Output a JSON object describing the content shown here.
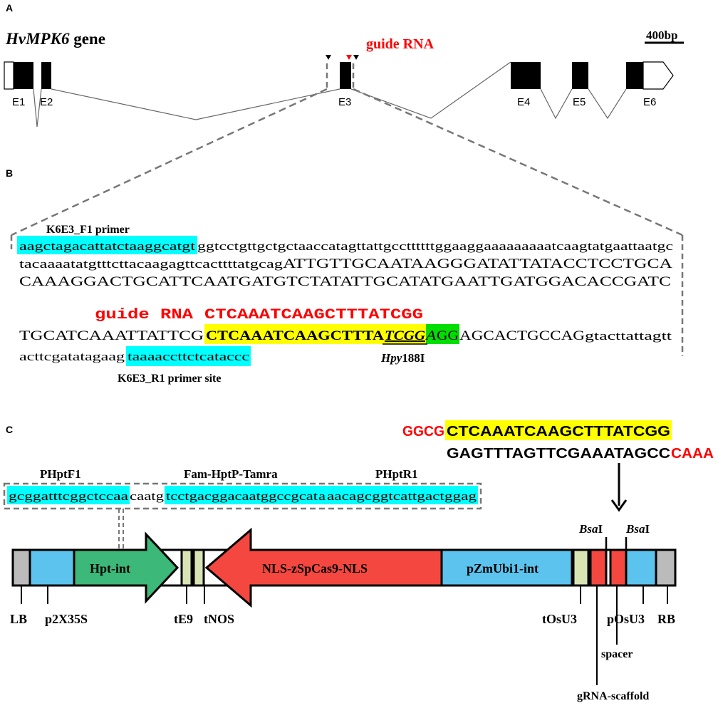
{
  "colors": {
    "red": "#ff0000",
    "yellow": "#ffff00",
    "cyan": "#00ffff",
    "green": "#00dd00",
    "cas9": "#f4473f",
    "light_blue": "#5bc3ee",
    "hpt_green": "#3cb878",
    "grey": "#bbbbbb",
    "pale": "#d9e4b5"
  },
  "panel_a": {
    "label": "A",
    "gene_name": "HvMPK6",
    "gene_suffix": " gene",
    "guide_label": "guide RNA",
    "scale_label": "400bp",
    "exons": [
      "E1",
      "E2",
      "E3",
      "E4",
      "E5",
      "E6"
    ]
  },
  "panel_b": {
    "label": "B",
    "f1_label": "K6E3_F1 primer",
    "f1_seq": "aagctagacattatctaaggcatgt",
    "line1_rest": "ggtcctgttgctgctaaccatagttattgccttttttggaaggaaaaaaaaatcaagtatgaattaatgc",
    "line2_lower": "tacaaaatatgtttcttacaagagttcacttttatgcag",
    "line2_upper": "ATTGTTGCAATAAGGGATATTATACCTCCTGCA",
    "line3": "CAAAGGACTGCATTCAATGATGTCTATATTGCATATGAATTGATGGACACCGATC",
    "guide_label": "guide RNA",
    "guide_seq": "CTCAAATCAAGCTTTATCGG",
    "line4_pre": "TGCATCAAATTATTCG",
    "line4_yellow_bold": "CTCAAATCAAGCTTTA",
    "line4_italic": "TCGG",
    "line4_green_italic": "A",
    "line4_green": "GG",
    "line4_post_upper": "AGCACTGCCAG",
    "line4_post_lower": "gtacttattagtt",
    "line5_pre": "acttcgatatagaag",
    "line5_cyan": "taaaaccttctcataccc",
    "enzyme_italic": "Hpy",
    "enzyme_rest": "188I",
    "r1_label": "K6E3_R1 primer site"
  },
  "panel_c": {
    "label": "C",
    "oligo_top_red": "GGCG",
    "oligo_top_yellow": "CTCAAATCAAGCTTTATCGG",
    "oligo_bottom_black": "GAGTTTAGTTCGAAATAGCC",
    "oligo_bottom_red": "CAAA",
    "primer_f_label": "PHptF1",
    "probe_label": "Fam-HptP-Tamra",
    "primer_r_label": "PHptR1",
    "seq_f": "gcggatttcggctccaa",
    "seq_gap1": "caatg",
    "seq_probe": "tcctgacggacaatggccgcat",
    "seq_gap2": "a",
    "seq_r": "aacagcggtcattgactggag",
    "hpt_label": "Hpt-int",
    "cas9_label": "NLS-zSpCas9-NLS",
    "ubi_label": "pZmUbi1-int",
    "bsa_italic": "Bsa",
    "bsa_rest": "I",
    "element_labels": {
      "lb": "LB",
      "p35s": "p2X35S",
      "te9": "tE9",
      "tnos": "tNOS",
      "tosu3": "tOsU3",
      "posu3": "pOsU3",
      "rb": "RB",
      "spacer": "spacer",
      "scaffold": "gRNA-scaffold"
    }
  }
}
